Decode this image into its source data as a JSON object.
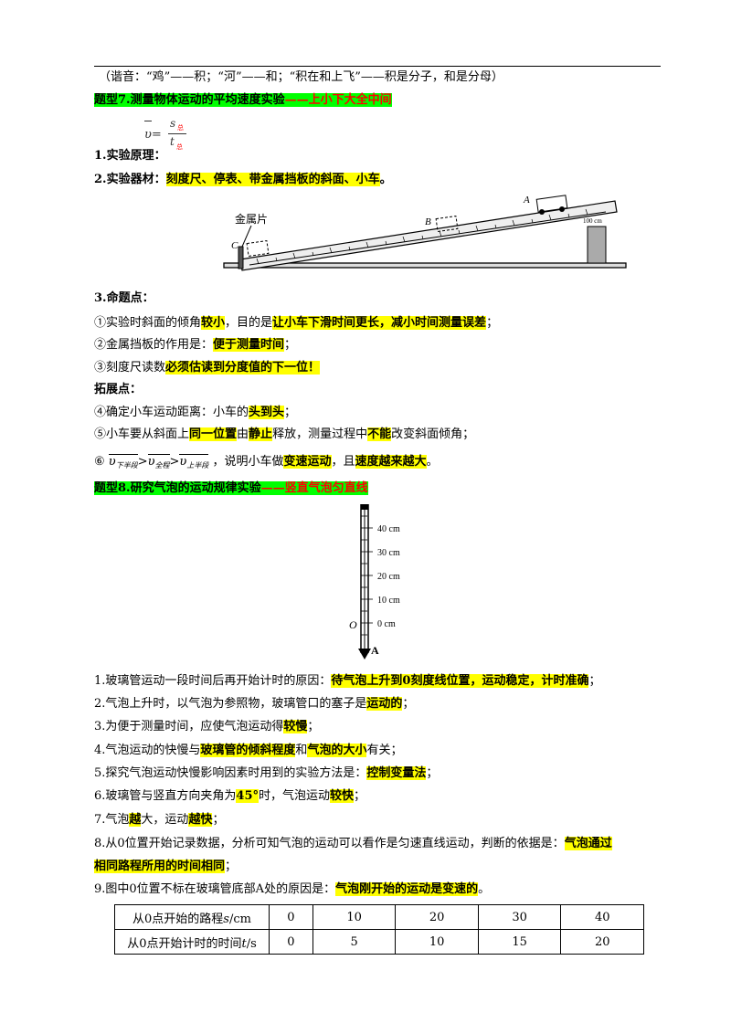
{
  "note": "（谐音：“鸡”——积；“河”——和；“积在和上飞”——积是分子，和是分母）",
  "sec7": {
    "title_main": "题型7.测量物体运动的平均速度实验",
    "title_tail": "——上小下大全中间",
    "formula_v": "υ=",
    "formula_num": "s",
    "formula_num_sub": "总",
    "formula_den": "t",
    "formula_den_sub": "总",
    "p1": "1.实验原理：",
    "p2_label": "2.实验器材：",
    "p2_items": "刻度尺、停表、带金属挡板的斜面、小车",
    "p2_end": "。",
    "fig_metal": "金属片",
    "fig_A": "A",
    "fig_B": "B",
    "fig_C": "C",
    "fig_100": "100 cm",
    "p3": "3.命题点：",
    "c1_a": "①实验时斜面的倾角",
    "c1_b": "较小",
    "c1_c": "，目的是",
    "c1_d": "让小车下滑时间更长，减小时间测量误差",
    "c1_e": "；",
    "c2_a": "②金属挡板的作用是：",
    "c2_b": "便于测量时间",
    "c2_c": "；",
    "c3_a": "③刻度尺读数",
    "c3_b": "必须估读到分度值的下一位！",
    "ext": "拓展点：",
    "e4_a": "④确定小车运动距离：小车的",
    "e4_b": "头到头",
    "e4_c": "；",
    "e5_a": "⑤小车要从斜面上",
    "e5_b": "同一位置",
    "e5_c": "由",
    "e5_d": "静止",
    "e5_e": "释放，测量过程中",
    "e5_f": "不能",
    "e5_g": "改变斜面倾角；",
    "e6_pre": "⑥",
    "e6_v1": "υ",
    "e6_s1": "下半段",
    "e6_v2": "υ",
    "e6_s2": "全程",
    "e6_v3": "υ",
    "e6_s3": "上半段",
    "e6_gt": ">",
    "e6_a": "，说明小车做",
    "e6_b": "变速运动",
    "e6_c": "，且",
    "e6_d": "速度越来越大",
    "e6_e": "。"
  },
  "sec8": {
    "title_main": "题型8.研究气泡的运动规律实验",
    "title_tail": "——竖直气泡匀直线",
    "ticks": [
      "40 cm",
      "30 cm",
      "20 cm",
      "10 cm",
      "0 cm"
    ],
    "fig_O": "O",
    "fig_A": "A",
    "l1_a": "1.玻璃管运动一段时间后再开始计时的原因：",
    "l1_b": "待气泡上升到0刻度线位置，运动稳定，计时准确",
    "l1_c": "；",
    "l2_a": "2.气泡上升时，以气泡为参照物，玻璃管口的塞子是",
    "l2_b": "运动的",
    "l2_c": "；",
    "l3_a": "3.为便于测量时间，应使气泡运动得",
    "l3_b": "较慢",
    "l3_c": "；",
    "l4_a": "4.气泡运动的快慢与",
    "l4_b": "玻璃管的倾斜程度",
    "l4_c": "和",
    "l4_d": "气泡的大小",
    "l4_e": "有关；",
    "l5_a": "5.探究气泡运动快慢影响因素时用到的实验方法是：",
    "l5_b": "控制变量法",
    "l5_c": "；",
    "l6_a": "6.玻璃管与竖直方向夹角为",
    "l6_b": "45°",
    "l6_c": "时，气泡运动",
    "l6_d": "较快",
    "l6_e": "；",
    "l7_a": "7.气泡",
    "l7_b": "越",
    "l7_c": "大，运动",
    "l7_d": "越快",
    "l7_e": "；",
    "l8_a": "8.从0位置开始记录数据，分析可知气泡的运动可以看作是匀速直线运动，判断的依据是：",
    "l8_b": "气泡通过",
    "l8_c": "相同路程所用的时间相同",
    "l8_d": "；",
    "l9_a": "9.图中0位置不标在玻璃管底部A处的原因是：",
    "l9_b": "气泡刚开始的运动是变速的",
    "l9_c": "。",
    "table": {
      "row1_head_a": "从0点开始的路程",
      "row1_head_v": "s",
      "row1_head_u": "/cm",
      "row1": [
        "0",
        "10",
        "20",
        "30",
        "40"
      ],
      "row2_head_a": "从0点开始计时的时间",
      "row2_head_v": "t",
      "row2_head_u": "/s",
      "row2": [
        "0",
        "5",
        "10",
        "15",
        "20"
      ]
    }
  }
}
